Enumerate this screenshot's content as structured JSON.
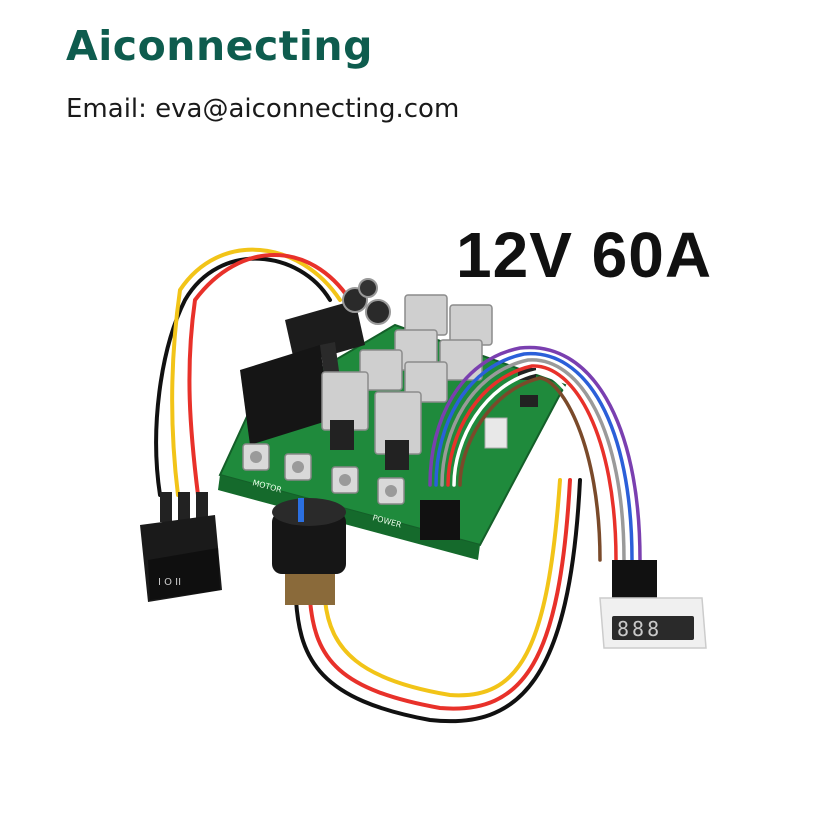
{
  "header": {
    "brand_name": "Aiconnecting",
    "brand_color": "#0e5c4e",
    "email_line": "Email: eva@aiconnecting.com"
  },
  "product": {
    "spec_label": "12V 60A",
    "pcb_silkscreen": [
      "MOTOR",
      "POWER"
    ],
    "display_digits": "888",
    "switch_markings": "I O II",
    "pcb_color": "#1f8a3c",
    "wire_colors": [
      "#111111",
      "#e8312a",
      "#f2c418",
      "#2b5fd9",
      "#7a3fb0",
      "#9a9a9a",
      "#ffffff",
      "#7a4a2a"
    ]
  }
}
